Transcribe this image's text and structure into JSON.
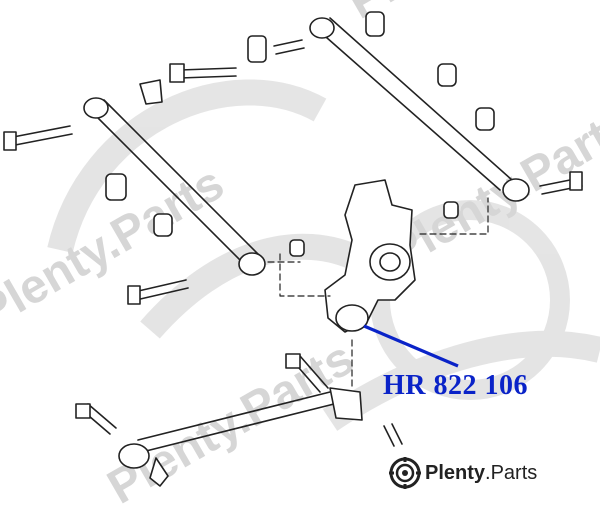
{
  "watermark": {
    "text": "Plenty.Parts"
  },
  "callout": {
    "part_number": "HR 822 106",
    "color": "#0a23c8"
  },
  "brand": {
    "name": "Plenty",
    "suffix": ".Parts",
    "logo_icon": "gear-disc-icon"
  },
  "colors": {
    "line": "#222222",
    "watermark": "#d9d9d9"
  }
}
